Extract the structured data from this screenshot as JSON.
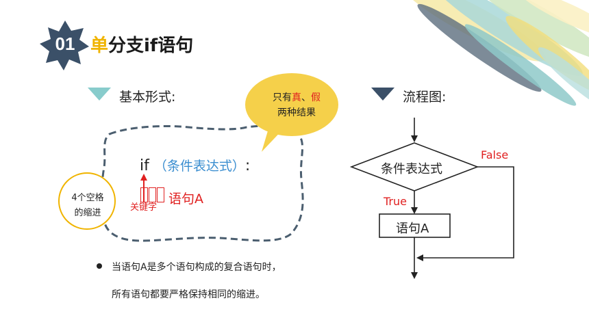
{
  "section": {
    "number": "01",
    "title_first": "单",
    "title_rest": "分支if语句"
  },
  "left": {
    "heading": "基本形式:",
    "if_keyword": "if",
    "condition": "（条件表达式）",
    "colon": ":",
    "statement": "语句A",
    "keyword_note": "关键字",
    "indent_note_line1": "4个空格",
    "indent_note_line2": "的缩进"
  },
  "bubble": {
    "prefix": "只有",
    "true_word": "真",
    "separator": "、",
    "false_word": "假",
    "line2": "两种结果"
  },
  "right": {
    "heading": "流程图:",
    "decision": "条件表达式",
    "process": "语句A",
    "true_label": "True",
    "false_label": "False"
  },
  "bullets": [
    "当语句A是多个语句构成的复合语句时，",
    "所有语句都要严格保持相同的缩进。"
  ],
  "colors": {
    "accent_yellow": "#f0b400",
    "navy": "#3b5068",
    "teal": "#88cccc",
    "red": "#e02020",
    "blue": "#3b8ed0",
    "bubble": "#f5d04a"
  }
}
